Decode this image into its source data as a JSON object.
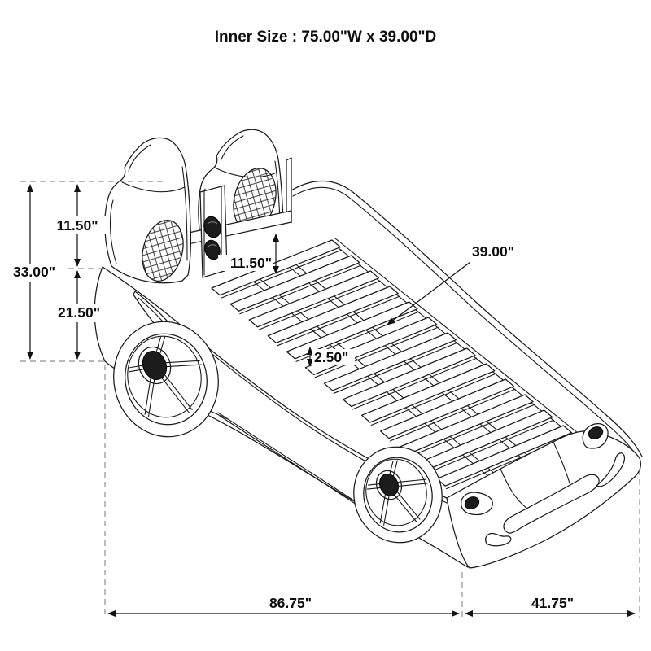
{
  "page": {
    "background": "#ffffff",
    "line_color": "#1a1a1a",
    "extension_line_color": "#909090",
    "subject": "Car-shaped twin bed dimension drawing"
  },
  "title": {
    "text": "Inner Size : 75.00\"W x 39.00\"D"
  },
  "dims": {
    "headboard_upper_height": "11.50\"",
    "overall_height": "33.00\"",
    "lower_body_height": "21.50\"",
    "rail_to_deck_height": "11.50\"",
    "mattress_depth": "39.00\"",
    "slat_thickness": "2.50\"",
    "base_length": "86.75\"",
    "front_width": "41.75\""
  }
}
